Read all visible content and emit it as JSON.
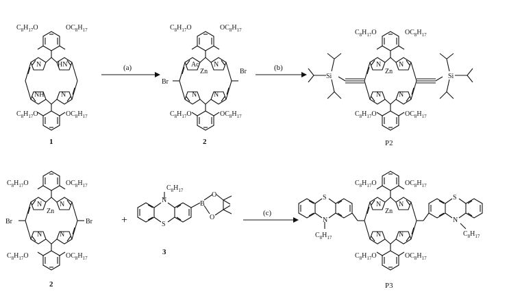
{
  "scheme": {
    "compounds": {
      "c1": "1",
      "c2_top": "2",
      "p2": "P2",
      "c2_bottom": "2",
      "c3": "3",
      "p3": "P3"
    },
    "conditions": {
      "a": "(a)",
      "b": "(b)",
      "c": "(c)"
    },
    "plus": "+",
    "atoms": {
      "zn": "Zn",
      "n": "N",
      "hn": "HN",
      "nh": "NH",
      "br": "Br",
      "si": "Si",
      "s": "S",
      "b": "B",
      "o": "O",
      "ac": "Ac"
    },
    "substituents": {
      "octyloxy_base": "OC",
      "octyloxy_left_base": "C",
      "octyl_base": "C",
      "sub8": "8",
      "sub17": "17",
      "ether_o": "O"
    }
  }
}
